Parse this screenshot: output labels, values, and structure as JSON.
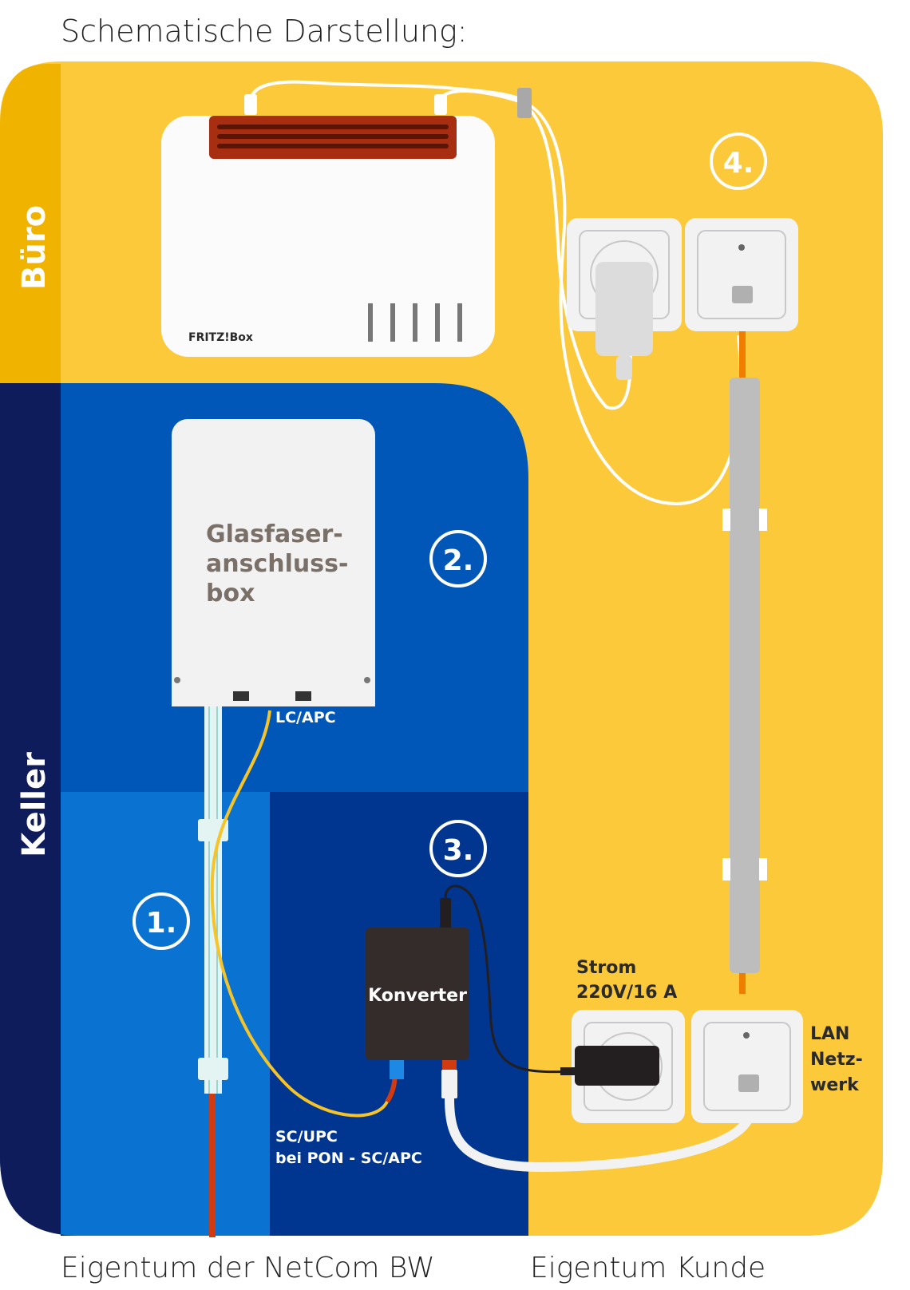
{
  "title": "Schematische Darstellung:",
  "zones": {
    "office": "Büro",
    "basement": "Keller"
  },
  "devices": {
    "router": "FRITZ!Box",
    "fiber_box": [
      "Glasfaser-",
      "anschluss-",
      "box"
    ],
    "converter": "Konverter"
  },
  "labels": {
    "lc_apc": "LC/APC",
    "sc_upc": "SC/UPC",
    "sc_apc": "bei PON - SC/APC",
    "power": [
      "Strom",
      "220V/16 A"
    ],
    "lan": [
      "LAN",
      "Netz-",
      "werk"
    ]
  },
  "markers": [
    "1.",
    "2.",
    "3.",
    "4."
  ],
  "footer": {
    "provider": "Eigentum der NetCom BW",
    "customer": "Eigentum Kunde"
  },
  "colors": {
    "yellow": "#fcc93a",
    "dark_yellow": "#efb300",
    "navy": "#0f1c5c",
    "blue": "#0057b8",
    "light_blue": "#0a73d1",
    "deep_blue": "#003590",
    "router_red": "#a72e10"
  }
}
